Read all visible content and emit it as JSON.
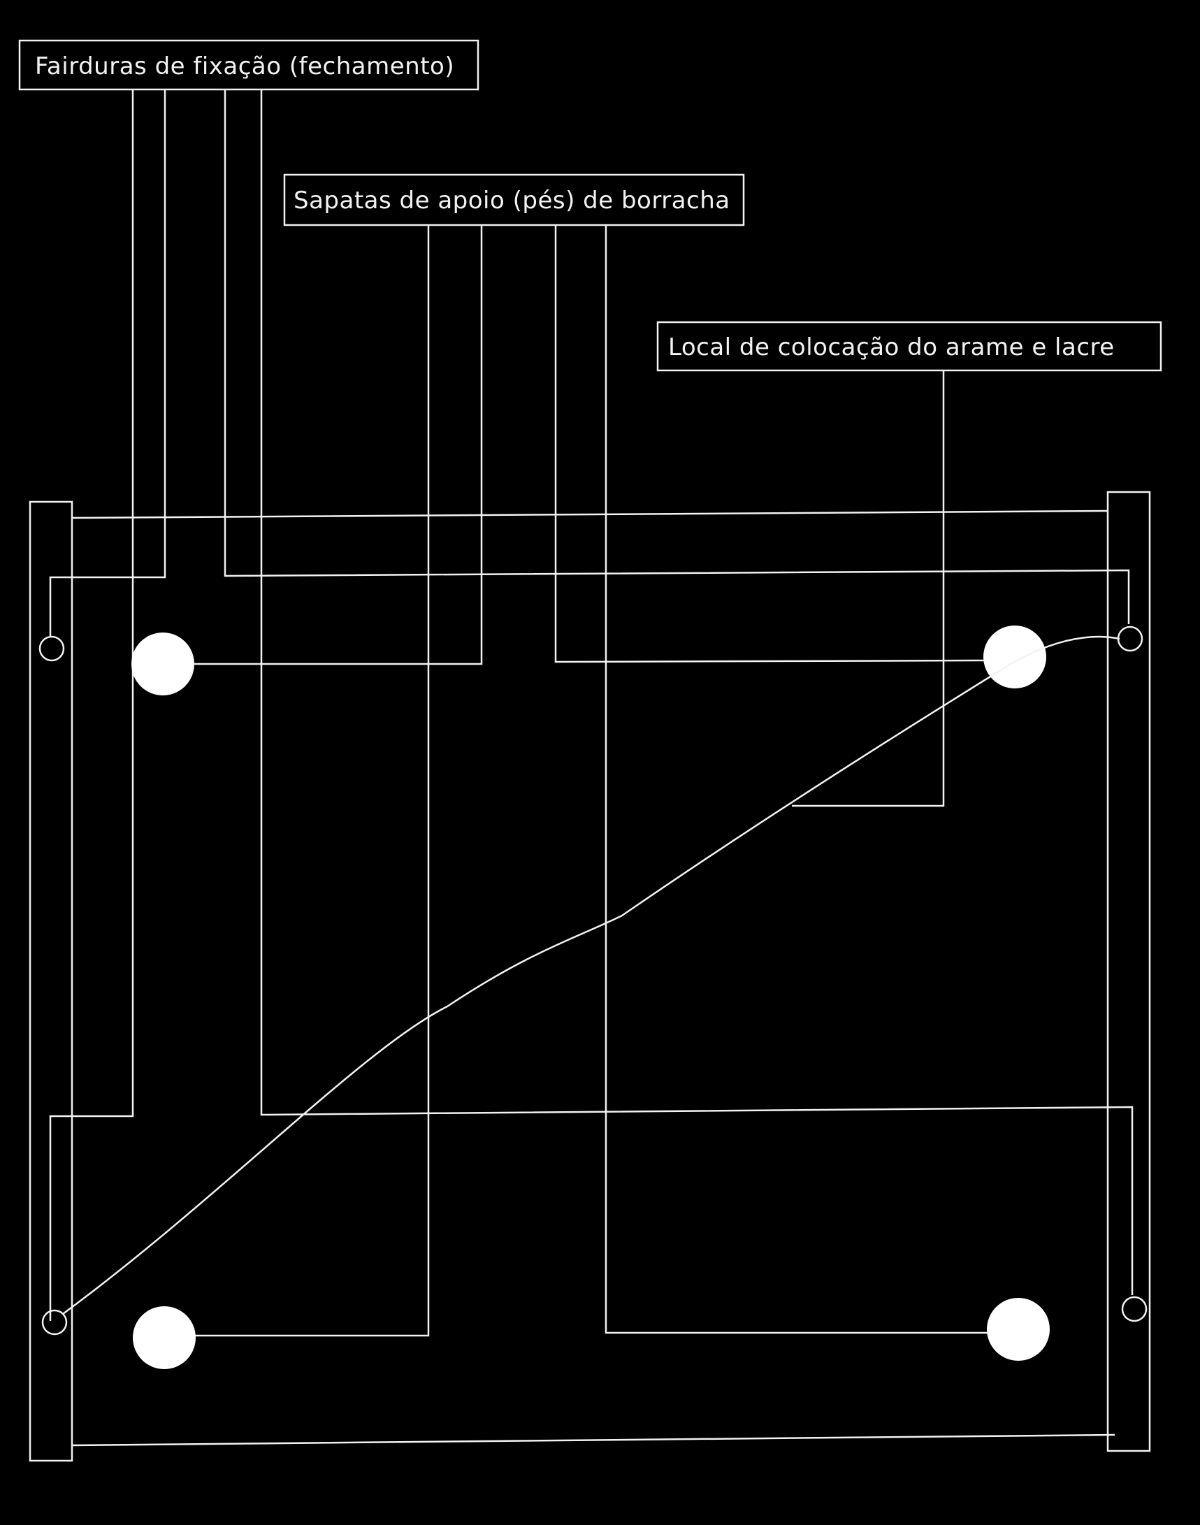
{
  "labels": {
    "fasteners": "Fairduras de fixação (fechamento)",
    "feet": "Sapatas de apoio (pés) de borracha",
    "seal": "Local de colocação do arame e lacre"
  },
  "colors": {
    "background": "#000000",
    "line": "#f2f2f2",
    "fill": "#ffffff"
  }
}
